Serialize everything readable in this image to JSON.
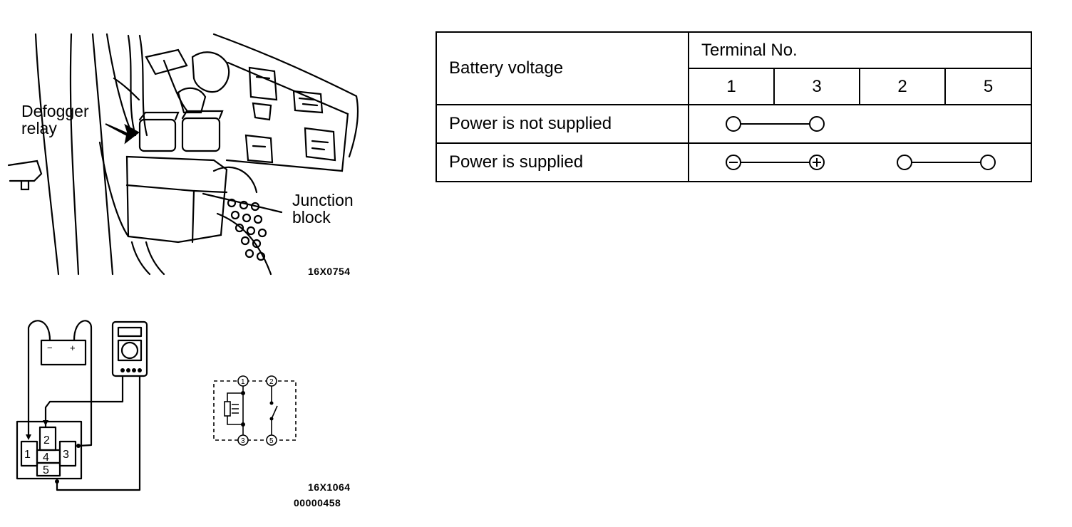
{
  "figure1": {
    "label_defogger_line1": "Defogger",
    "label_defogger_line2": "relay",
    "label_junction_line1": "Junction",
    "label_junction_line2": "block",
    "code": "16X0754"
  },
  "figure2": {
    "battery_minus": "−",
    "battery_plus": "+",
    "relay_terminals": [
      "1",
      "2",
      "3",
      "4",
      "5"
    ],
    "schematic_terminals": [
      "1",
      "2",
      "3",
      "5"
    ],
    "code": "16X1064",
    "doc_id": "00000458"
  },
  "table": {
    "header_row_label": "Battery voltage",
    "header_group": "Terminal No.",
    "columns": [
      "1",
      "3",
      "2",
      "5"
    ],
    "rows": [
      {
        "label": "Power is not supplied",
        "connections": [
          {
            "from": "1",
            "to": "3",
            "from_sign": "",
            "to_sign": ""
          }
        ]
      },
      {
        "label": "Power is supplied",
        "connections": [
          {
            "from": "1",
            "to": "3",
            "from_sign": "minus",
            "to_sign": "plus"
          },
          {
            "from": "2",
            "to": "5",
            "from_sign": "",
            "to_sign": ""
          }
        ]
      }
    ]
  }
}
